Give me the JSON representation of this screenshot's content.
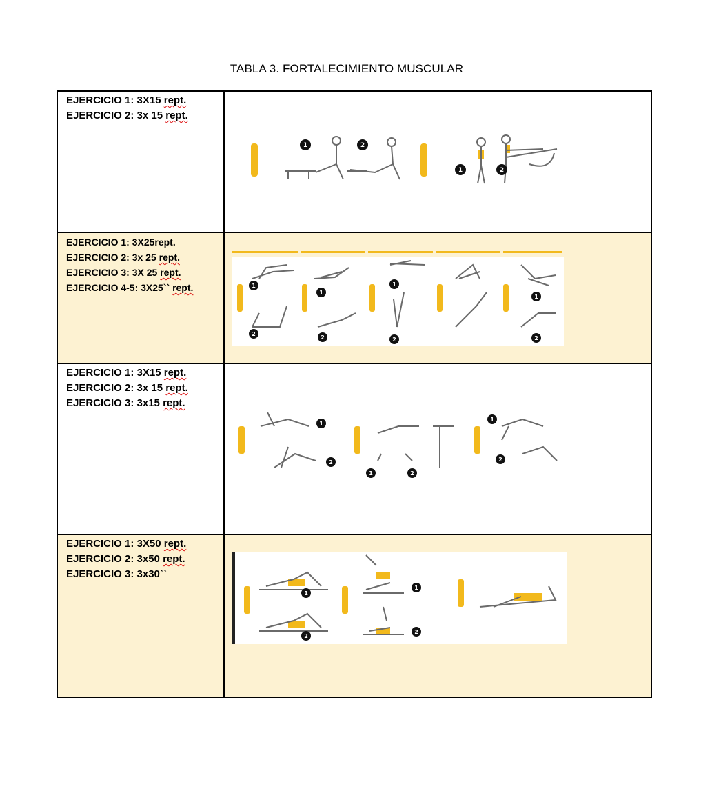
{
  "title": "TABLA 3. FORTALECIMIENTO MUSCULAR",
  "rows": [
    {
      "lines": [
        {
          "text": "EJERCICIO 1: 3X15 ",
          "wavy": "rept."
        },
        {
          "text": "EJERCICIO 2: 3x 15 ",
          "wavy": "rept."
        }
      ],
      "steps": [
        "1",
        "2",
        "1",
        "2"
      ]
    },
    {
      "lines": [
        {
          "text": "EJERCICIO 1: 3X25rept.",
          "wavy": ""
        },
        {
          "text": "EJERCICIO 2: 3x 25 ",
          "wavy": "rept."
        },
        {
          "text": "EJERCICIO 3: 3X 25 ",
          "wavy": "rept."
        },
        {
          "text": "EJERCICIO 4-5: 3X25`` ",
          "wavy": "rept."
        }
      ],
      "steps": [
        "1",
        "2",
        "1",
        "2",
        "1",
        "2",
        "1",
        "2"
      ]
    },
    {
      "lines": [
        {
          "text": "EJERCICIO 1: 3X15 ",
          "wavy": "rept."
        },
        {
          "text": "EJERCICIO 2: 3x 15 ",
          "wavy": "rept."
        },
        {
          "text": "EJERCICIO 3: 3x15 ",
          "wavy": "rept."
        }
      ],
      "steps": [
        "1",
        "2",
        "1",
        "2",
        "1",
        "2"
      ]
    },
    {
      "lines": [
        {
          "text": "EJERCICIO 1: 3X50 ",
          "wavy": "rept."
        },
        {
          "text": "EJERCICIO 2: 3x50 ",
          "wavy": "rept."
        },
        {
          "text": "EJERCICIO 3: 3x30``",
          "wavy": ""
        }
      ],
      "steps": [
        "1",
        "2",
        "1",
        "2"
      ]
    }
  ],
  "colors": {
    "cream": "#fdf2d2",
    "accent": "#f2b91c",
    "figure": "#6a6a6a"
  }
}
